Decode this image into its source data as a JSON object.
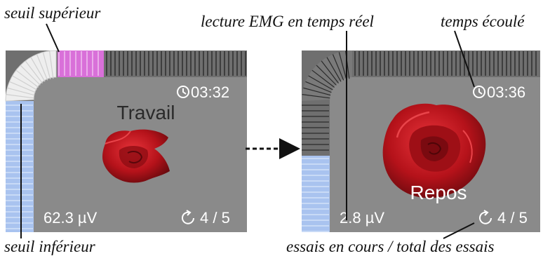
{
  "annotations": {
    "upper_threshold": "seuil supérieur",
    "lower_threshold": "seuil inférieur",
    "realtime_emg": "lecture EMG en temps réel",
    "elapsed_time": "temps écoulé",
    "trials": "essais en cours / total des essais"
  },
  "screens": [
    {
      "time": "03:32",
      "state": "Travail",
      "emg": "62.3 µV",
      "trials": "4 / 5"
    },
    {
      "time": "03:36",
      "state": "Repos",
      "emg": "2.8 µV",
      "trials": "4 / 5"
    }
  ],
  "colors": {
    "screen_bg": "#8a8a8a",
    "frame": "#6f6f6f",
    "upper_threshold_zone": "#d970d9",
    "lower_threshold_zone": "#a9c3ef",
    "gauge_fill_left": "#eeeeee",
    "rose": "#c0141b",
    "text_light": "#ffffff",
    "text_dark": "#2a2a2a"
  },
  "icons": [
    "clock-icon",
    "repeat-icon",
    "rose-image"
  ]
}
